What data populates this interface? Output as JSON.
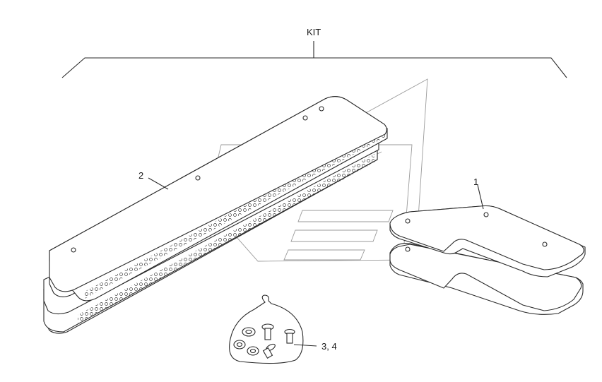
{
  "diagram": {
    "kit_label": "KIT",
    "callouts": {
      "part_1": "1",
      "part_2": "2",
      "part_3_4": "3, 4"
    }
  }
}
